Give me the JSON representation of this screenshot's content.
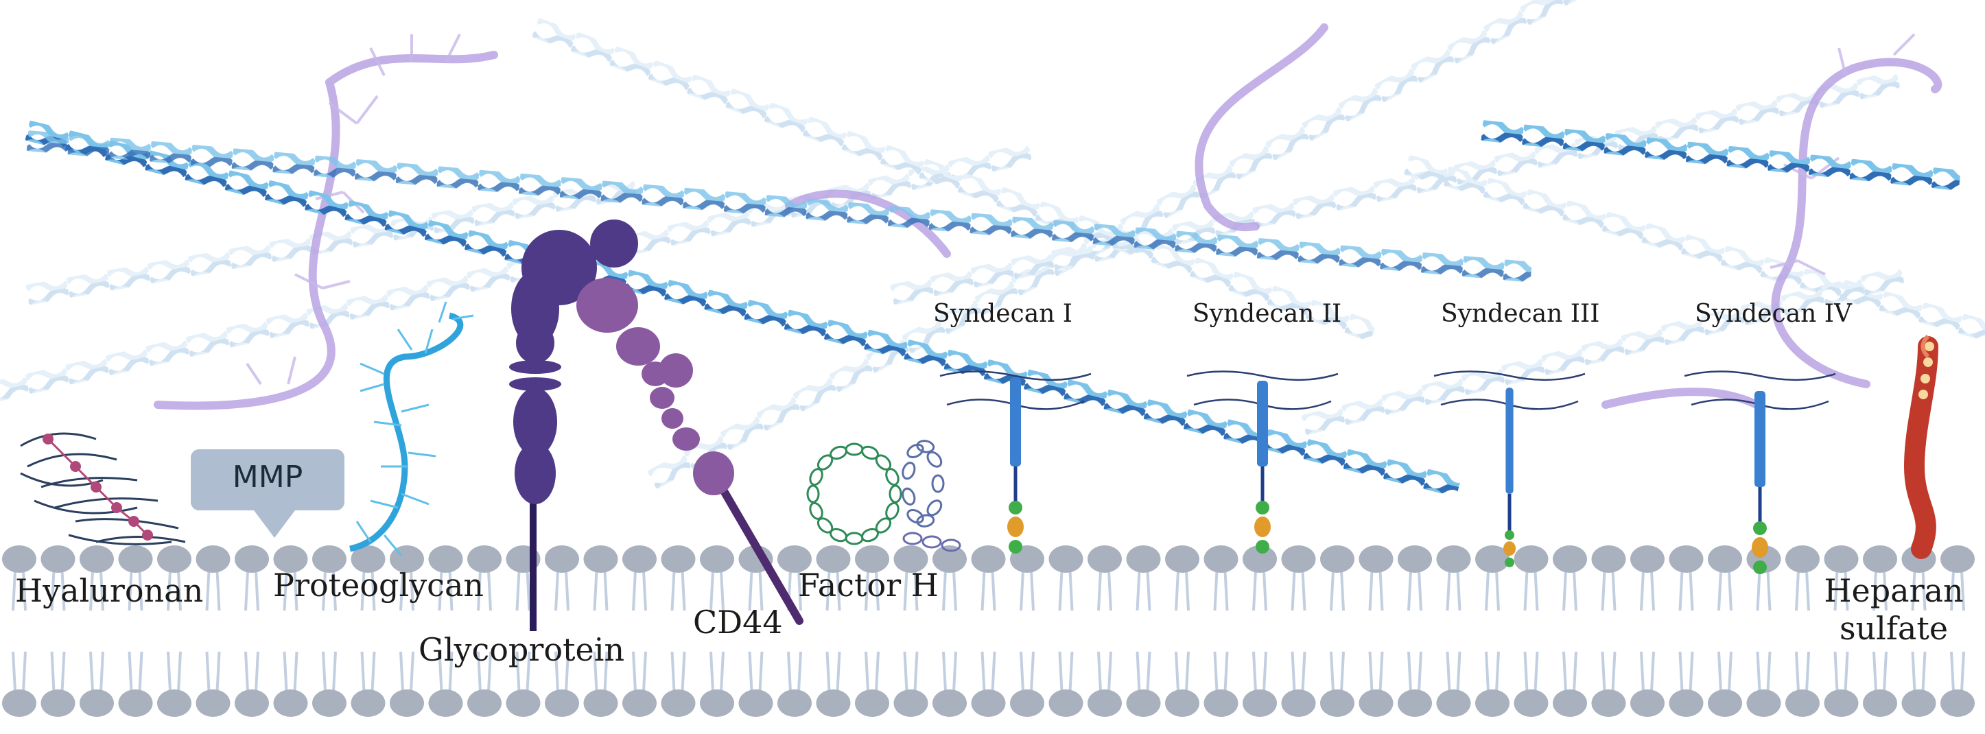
{
  "labels": {
    "hyaluronan": "Hyaluronan",
    "mmp": "MMP",
    "proteoglycan": "Proteoglycan",
    "glycoprotein": "Glycoprotein",
    "cd44": "CD44",
    "factor_h": "Factor H",
    "syndecan_1": "Syndecan I",
    "syndecan_2": "Syndecan II",
    "syndecan_3": "Syndecan III",
    "syndecan_4": "Syndecan IV",
    "heparan_line1": "Heparan",
    "heparan_line2": "sulfate"
  },
  "colors": {
    "collagen_dark": "#2f6db5",
    "collagen_light": "#7cc3ea",
    "glycan_purple": "#b9a3e3",
    "membrane_head": "#a9b1be",
    "membrane_tail": "#c2cfe0",
    "glycoprotein": "#4e3a86",
    "cd44": "#8a5aa0",
    "factor_h": "#2e8b57",
    "syndecan_blue": "#3a7fd0",
    "syndecan_green": "#3fae49",
    "syndecan_orange": "#e09b2a",
    "heparan_red": "#c0392b",
    "proteoglycan": "#2ea3dc",
    "hyaluronan_bead": "#b0497a",
    "mmp_box": "#aebdd0"
  },
  "icons": [
    "collagen-fiber",
    "lipid-bilayer",
    "glycoprotein",
    "cd44-receptor",
    "factor-h-chain",
    "syndecan",
    "heparan-sulfate-chain",
    "proteoglycan",
    "hyaluronan-chain",
    "mmp-callout"
  ]
}
